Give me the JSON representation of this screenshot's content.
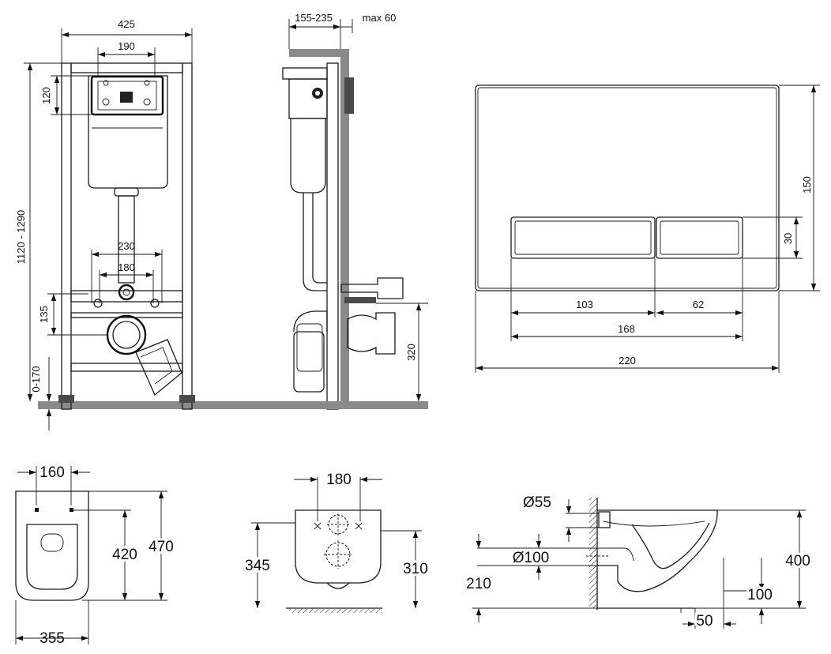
{
  "frame_front": {
    "width": "425",
    "cistern_width": "190",
    "cistern_height": "120",
    "total_height": "1120 - 1290",
    "bolt_spacing_outer": "230",
    "bolt_spacing_inner": "180",
    "outlet_height": "135",
    "leg_adjust": "0-170"
  },
  "frame_side": {
    "depth": "155-235",
    "wall_max": "max 60",
    "outlet_floor": "320"
  },
  "flush_plate": {
    "height": "150",
    "button_height": "30",
    "left_button": "103",
    "right_button": "62",
    "buttons_total": "168",
    "width": "220"
  },
  "toilet_top": {
    "bolt_spacing": "160",
    "width": "355",
    "seat_length": "420",
    "length": "470"
  },
  "toilet_back": {
    "bolt_spacing": "180",
    "height": "345",
    "outlet_height": "310"
  },
  "toilet_side": {
    "inlet_dia": "Ø55",
    "outlet_dia": "Ø100",
    "outlet_height": "210",
    "height": "400",
    "rim_offset": "100",
    "wall_offset": "50"
  },
  "arrow_marker": "arrowhead"
}
